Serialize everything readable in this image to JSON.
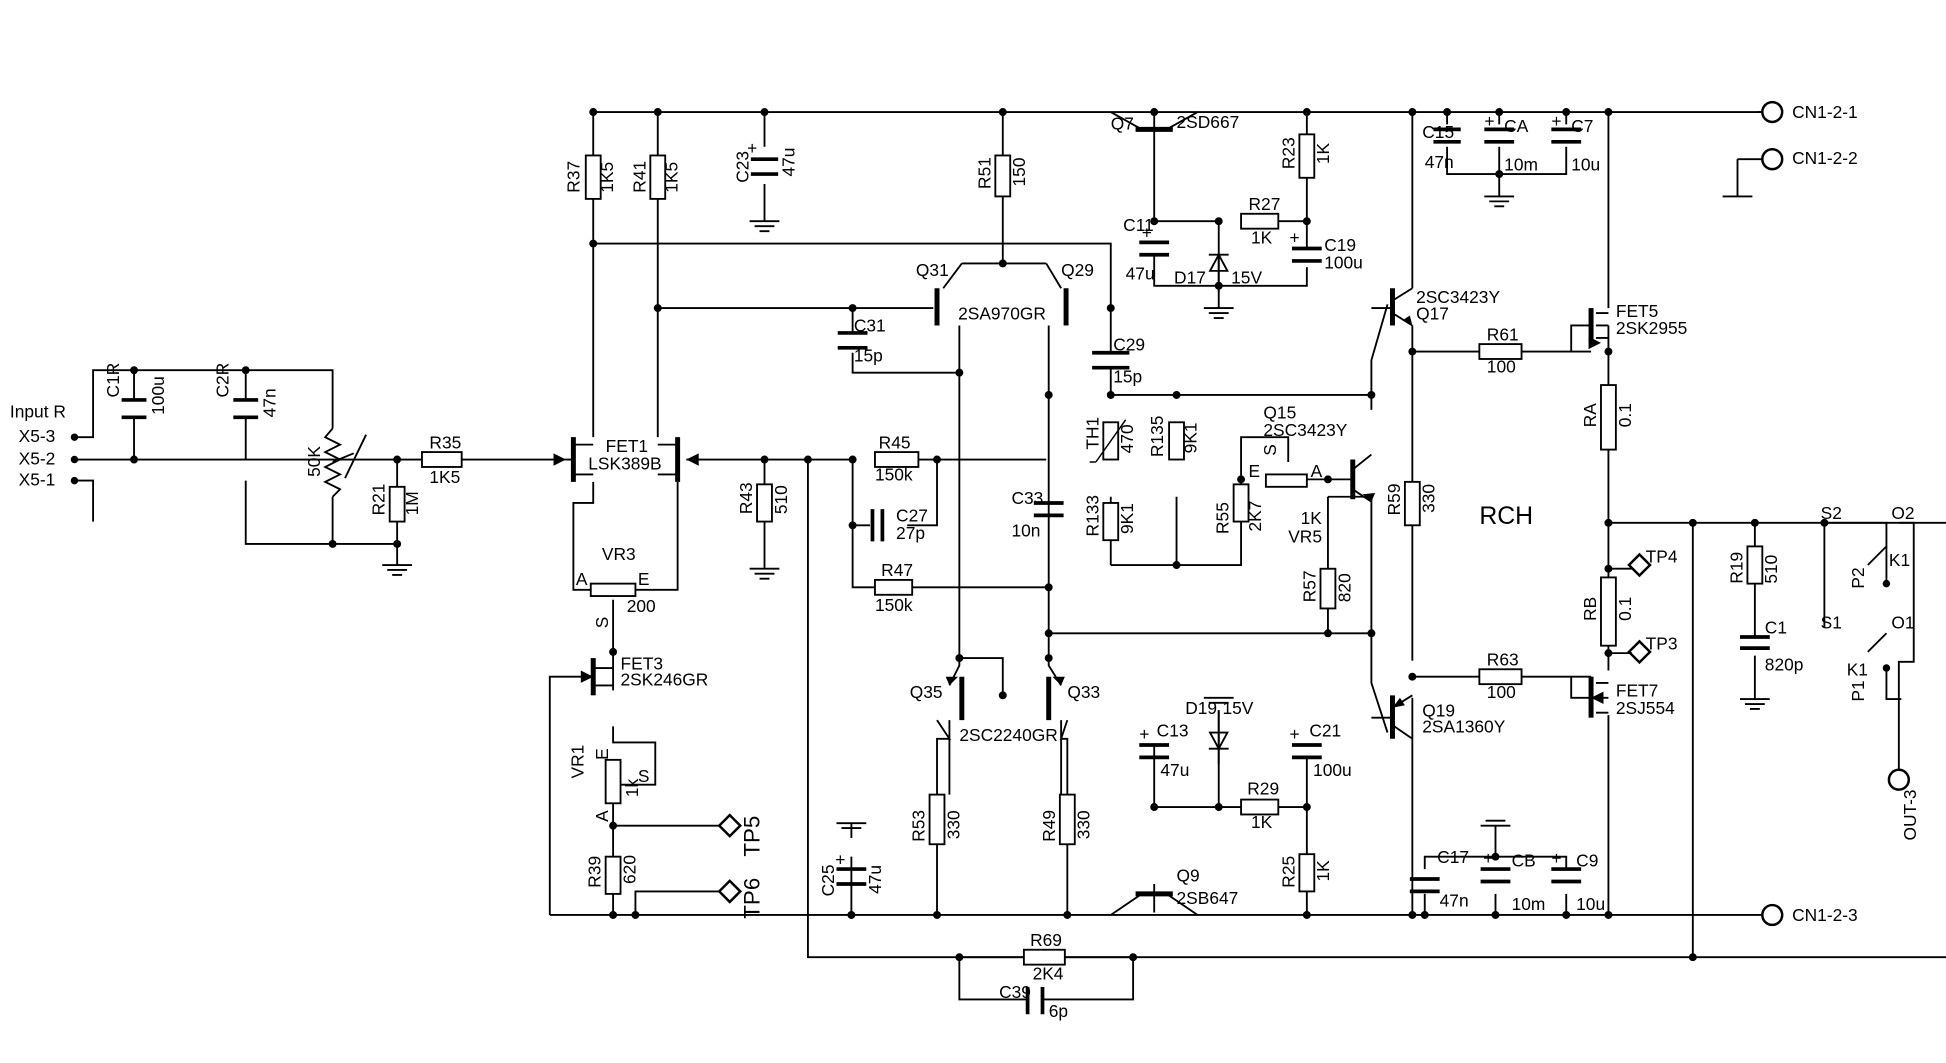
{
  "input": {
    "title": "Input R",
    "x5_3": "X5-3",
    "x5_2": "X5-2",
    "x5_1": "X5-1"
  },
  "parts": {
    "c1r": "C1R",
    "c1r_v": "100u",
    "c2r": "C2R",
    "c2r_v": "47n",
    "pot50k": "50K",
    "r21": "R21",
    "r21_v": "1M",
    "r35": "R35",
    "r35_v": "1K5",
    "r37": "R37",
    "r37_v": "1K5",
    "r41": "R41",
    "r41_v": "1K5",
    "c23": "C23",
    "c23_v": "47u",
    "r51": "R51",
    "r51_v": "150",
    "q7": "Q7",
    "q7_v": "2SD667",
    "r23": "R23",
    "r23_v": "1K",
    "r27": "R27",
    "r27_v": "1K",
    "c11": "C11",
    "c11_v": "47u",
    "d17": "D17",
    "d17_v": "15V",
    "c19": "C19",
    "c19_v": "100u",
    "c15": "C15",
    "c15_v": "47n",
    "ca": "CA",
    "ca_v": "10m",
    "c7": "C7",
    "c7_v": "10u",
    "q31": "Q31",
    "q29": "Q29",
    "q31_29_v": "2SA970GR",
    "c31": "C31",
    "c31_v": "15p",
    "c29": "C29",
    "c29_v": "15p",
    "fet1": "FET1",
    "fet1_v": "LSK389B",
    "r45": "R45",
    "r45_v": "150k",
    "c27": "C27",
    "c27_v": "27p",
    "r47": "R47",
    "r47_v": "150k",
    "r43": "R43",
    "r43_v": "510",
    "c33": "C33",
    "c33_v": "10n",
    "th1": "TH1",
    "th1_v": "470",
    "r135": "R135",
    "r135_v": "9K1",
    "r133": "R133",
    "r133_v": "9K1",
    "q15": "Q15",
    "q15_v": "2SC3423Y",
    "r55": "R55",
    "r55_v": "2K7",
    "vr5": "VR5",
    "vr5_v": "1K",
    "r57": "R57",
    "r57_v": "820",
    "q17": "Q17",
    "q17_v": "2SC3423Y",
    "r61": "R61",
    "r61_v": "100",
    "fet5": "FET5",
    "fet5_v": "2SK2955",
    "ra": "RA",
    "ra_v": "0.1",
    "r59": "R59",
    "r59_v": "330",
    "rch": "RCH",
    "rb": "RB",
    "rb_v": "0.1",
    "r63": "R63",
    "r63_v": "100",
    "q19": "Q19",
    "q19_v": "2SA1360Y",
    "fet7": "FET7",
    "fet7_v": "2SJ554",
    "vr3": "VR3",
    "vr3_v": "200",
    "fet3": "FET3",
    "fet3_v": "2SK246GR",
    "vr1": "VR1",
    "vr1_v": "1k",
    "r39": "R39",
    "r39_v": "620",
    "q35": "Q35",
    "q33": "Q33",
    "q35_33_v": "2SC2240GR",
    "r53": "R53",
    "r53_v": "330",
    "r49": "R49",
    "r49_v": "330",
    "c25": "C25",
    "c25_v": "47u",
    "d19": "D19",
    "d19_v": "15V",
    "c13": "C13",
    "c13_v": "47u",
    "c21": "C21",
    "c21_v": "100u",
    "r29": "R29",
    "r29_v": "1K",
    "r25": "R25",
    "r25_v": "1K",
    "q9": "Q9",
    "q9_v": "2SB647",
    "c17": "C17",
    "c17_v": "47n",
    "cb": "CB",
    "cb_v": "10m",
    "c9": "C9",
    "c9_v": "10u",
    "r69": "R69",
    "r69_v": "2K4",
    "c39": "C39",
    "c39_v": "6p",
    "r19": "R19",
    "r19_v": "510",
    "c1": "C1",
    "c1_v": "820p",
    "k1": "K1",
    "s1": "S1",
    "s2": "S2",
    "o1": "O1",
    "o2": "O2",
    "p1": "P1",
    "p2": "P2",
    "tp3": "TP3",
    "tp4": "TP4",
    "tp5": "TP5",
    "tp6": "TP6",
    "pin_a": "A",
    "pin_e": "E",
    "pin_s": "S"
  },
  "connectors": {
    "cn1": "CN1-2-1",
    "cn2": "CN1-2-2",
    "cn3": "CN1-2-3",
    "out": "OUT-3"
  }
}
